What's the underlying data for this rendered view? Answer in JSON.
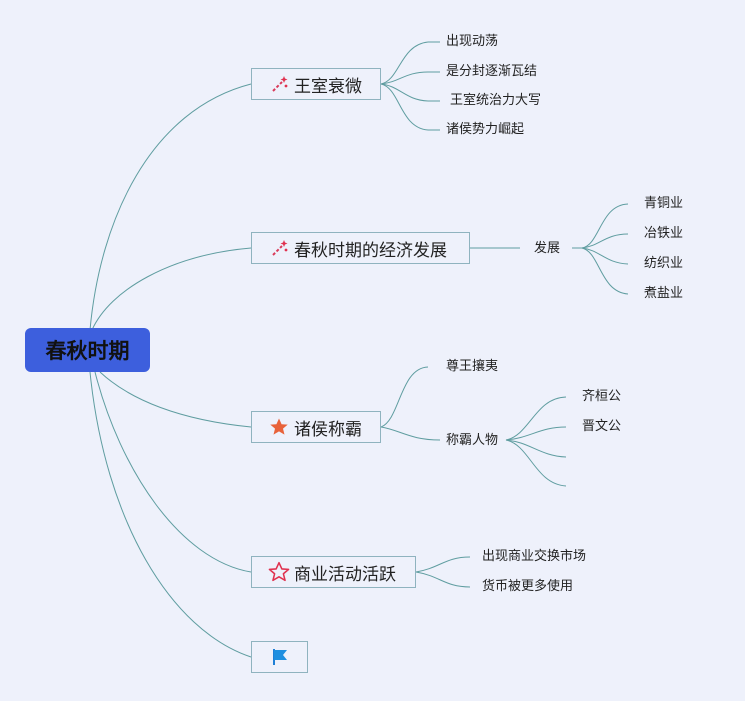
{
  "root": {
    "label": "春秋时期"
  },
  "topics": [
    {
      "label": "王室衰微",
      "icon": "sparkle-wand-icon",
      "children": [
        "出现动荡",
        "是分封逐渐瓦结",
        "王室统治力大写",
        "诸侯势力崛起"
      ]
    },
    {
      "label": "春秋时期的经济发展",
      "icon": "sparkle-wand-icon",
      "sub": {
        "label": "发展",
        "children": [
          "青铜业",
          "冶铁业",
          "纺织业",
          "煮盐业"
        ]
      }
    },
    {
      "label": "诸侯称霸",
      "icon": "filled-star-icon",
      "children": [
        "尊王攘夷"
      ],
      "sub": {
        "label": "称霸人物",
        "children": [
          "齐桓公",
          "晋文公",
          "",
          ""
        ]
      }
    },
    {
      "label": "商业活动活跃",
      "icon": "outline-star-icon",
      "children": [
        "出现商业交换市场",
        "货币被更多使用"
      ]
    },
    {
      "label": "",
      "icon": "blue-flag-icon"
    }
  ],
  "colors": {
    "connector": "#5f9da0",
    "root_fill": "#3d5fdd",
    "topic_border": "#8fb3bf",
    "background": "#eef1fb"
  }
}
